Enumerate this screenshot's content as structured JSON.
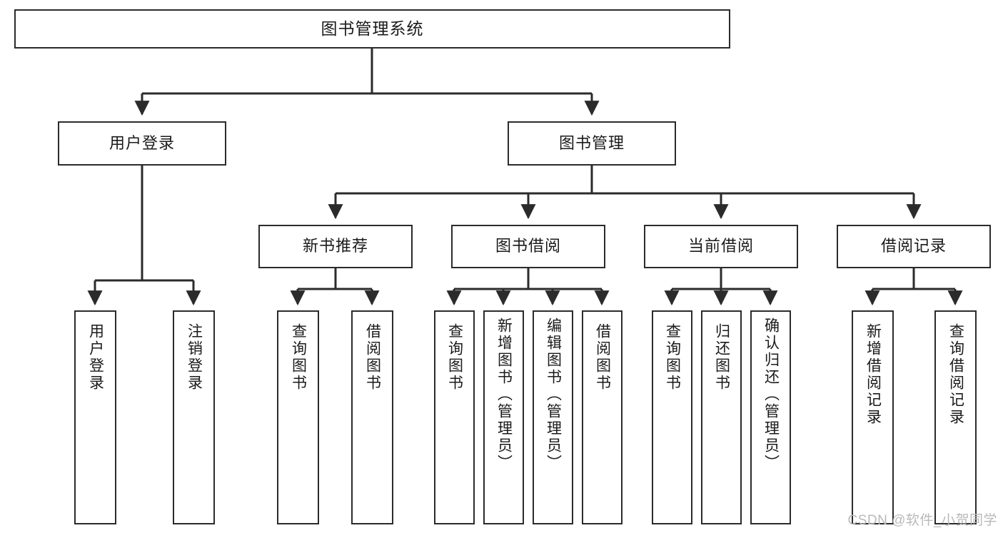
{
  "diagram": {
    "title": "图书管理系统",
    "type": "tree",
    "colors": {
      "box_border": "#2b2b2b",
      "box_fill": "#ffffff",
      "connector": "#2b2b2b",
      "text": "#1a1a1a",
      "watermark": "#b9b9b9",
      "background": "#ffffff"
    },
    "root": {
      "label": "图书管理系统"
    },
    "level2": [
      {
        "id": "user-login",
        "label": "用户登录"
      },
      {
        "id": "book-manage",
        "label": "图书管理"
      }
    ],
    "level3": [
      {
        "id": "new-book-recommend",
        "label": "新书推荐"
      },
      {
        "id": "book-borrow",
        "label": "图书借阅"
      },
      {
        "id": "current-borrow",
        "label": "当前借阅"
      },
      {
        "id": "borrow-record",
        "label": "借阅记录"
      }
    ],
    "leaves": [
      {
        "id": "leaf-user-login",
        "label": "用户登录",
        "parent": "user-login"
      },
      {
        "id": "leaf-user-logout",
        "label": "注销登录",
        "parent": "user-login"
      },
      {
        "id": "leaf-query-book-1",
        "label": "查询图书",
        "parent": "new-book-recommend"
      },
      {
        "id": "leaf-borrow-book-1",
        "label": "借阅图书",
        "parent": "new-book-recommend"
      },
      {
        "id": "leaf-query-book-2",
        "label": "查询图书",
        "parent": "book-borrow"
      },
      {
        "id": "leaf-add-book",
        "label": "新增图书（管理员）",
        "parent": "book-borrow"
      },
      {
        "id": "leaf-edit-book",
        "label": "编辑图书（管理员）",
        "parent": "book-borrow"
      },
      {
        "id": "leaf-borrow-book-2",
        "label": "借阅图书",
        "parent": "book-borrow"
      },
      {
        "id": "leaf-query-book-3",
        "label": "查询图书",
        "parent": "current-borrow"
      },
      {
        "id": "leaf-return-book",
        "label": "归还图书",
        "parent": "current-borrow"
      },
      {
        "id": "leaf-confirm-return",
        "label": "确认归还（管理员）",
        "parent": "current-borrow"
      },
      {
        "id": "leaf-add-record",
        "label": "新增借阅记录",
        "parent": "borrow-record"
      },
      {
        "id": "leaf-query-record",
        "label": "查询借阅记录",
        "parent": "borrow-record"
      }
    ]
  },
  "watermark": {
    "text": "CSDN @软件_小贺同学"
  }
}
